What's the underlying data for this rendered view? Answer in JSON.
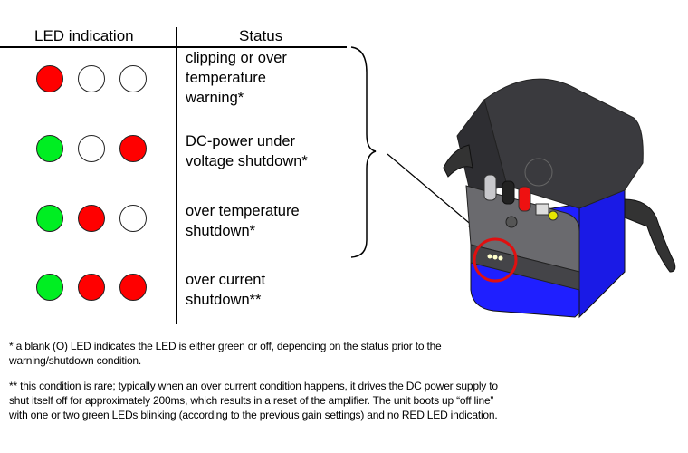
{
  "table": {
    "headers": [
      "LED indication",
      "Status"
    ],
    "rows": [
      {
        "leds": [
          "red",
          "blank",
          "blank"
        ],
        "status_lines": [
          "clipping or over",
          "temperature",
          "warning*"
        ]
      },
      {
        "leds": [
          "green",
          "blank",
          "red"
        ],
        "status_lines": [
          "DC-power under",
          "voltage shutdown*"
        ]
      },
      {
        "leds": [
          "green",
          "red",
          "blank"
        ],
        "status_lines": [
          "over temperature",
          "shutdown*"
        ]
      },
      {
        "leds": [
          "green",
          "red",
          "red"
        ],
        "status_lines": [
          "over current",
          "shutdown**"
        ]
      }
    ]
  },
  "colors": {
    "red": "#ff0000",
    "green": "#00ee22",
    "blank": "#ffffff",
    "device_blue": "#1f1fff",
    "device_dark": "#3a3a3e",
    "callout_red": "#e01010"
  },
  "notes": {
    "note1": [
      "* a blank (O) LED indicates the LED is either green or off, depending on the status prior to the",
      "warning/shutdown condition."
    ],
    "note2": [
      "** this condition is rare; typically when an over current condition happens, it drives the DC power supply to",
      "shut itself off for approximately 200ms, which results in a reset of the amplifier. The unit boots up “off line”",
      "with one or two green LEDs blinking (according to the previous gain settings) and no RED LED indication."
    ]
  }
}
